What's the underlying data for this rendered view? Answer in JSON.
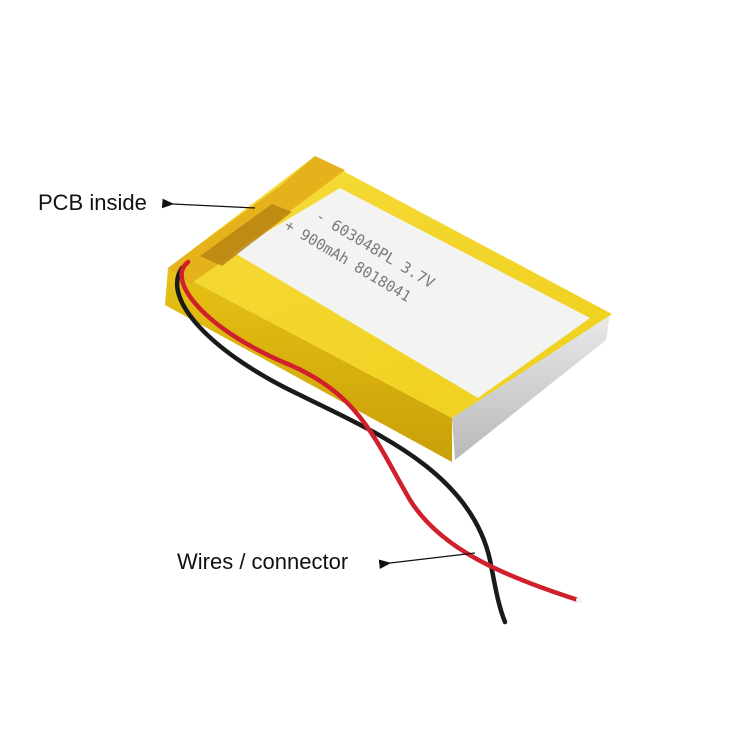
{
  "callouts": {
    "pcb": "PCB inside",
    "wires": "Wires / connector"
  },
  "battery_label": {
    "line1": "603048PL 3.7V",
    "line2": "900mAh 8018041",
    "minus_sign": "-",
    "plus_sign": "+"
  },
  "colors": {
    "wrap_yellow": "#f2d21f",
    "wrap_shade": "#d9b30d",
    "label_white": "#f4f4f4",
    "wire_red": "#d0202c",
    "wire_black": "#1a1a1a",
    "text_color": "#111111"
  }
}
